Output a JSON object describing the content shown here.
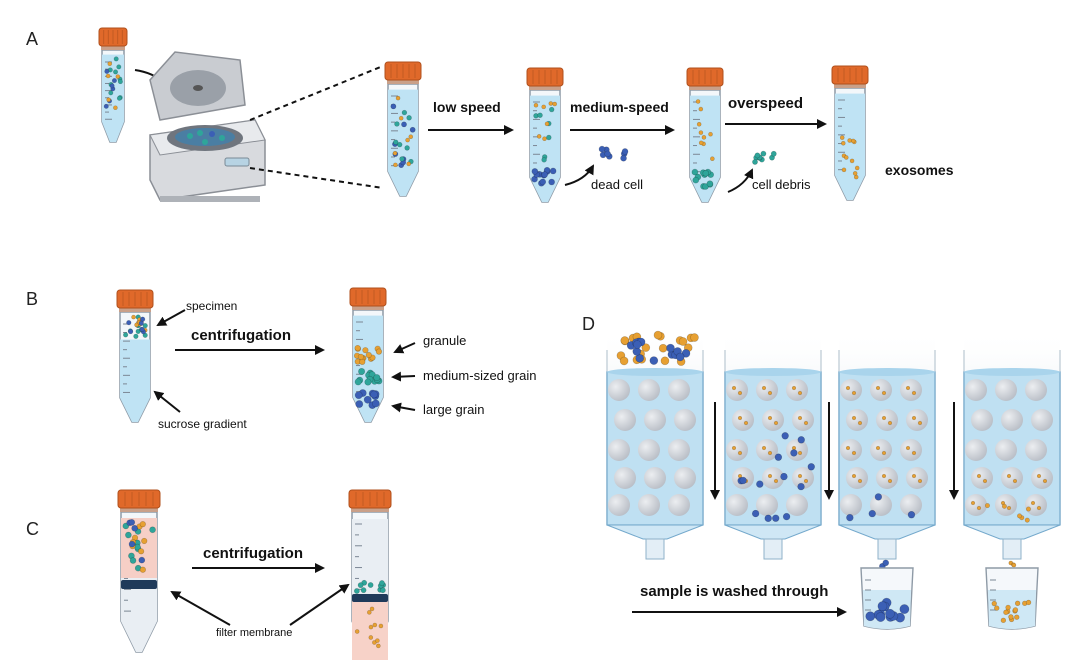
{
  "panels": {
    "a": "A",
    "b": "B",
    "c": "C",
    "d": "D"
  },
  "panel_a": {
    "steps": [
      "low speed",
      "medium-speed",
      "overspeed"
    ],
    "removed": [
      "dead cell",
      "cell debris"
    ],
    "result": "exosomes"
  },
  "panel_b": {
    "process": "centrifugation",
    "specimen": "specimen",
    "gradient": "sucrose gradient",
    "fractions": [
      "granule",
      "medium-sized grain",
      "large grain"
    ]
  },
  "panel_c": {
    "process": "centrifugation",
    "membrane": "filter membrane"
  },
  "panel_d": {
    "caption": "sample is washed through"
  },
  "colors": {
    "cap": "#e0692a",
    "liquid": "#bfe3f4",
    "orange": "#e7a032",
    "teal": "#2fa59a",
    "blue": "#3b5fb5",
    "bead": "#cfd3d8",
    "filter": "#1f3a5a"
  }
}
